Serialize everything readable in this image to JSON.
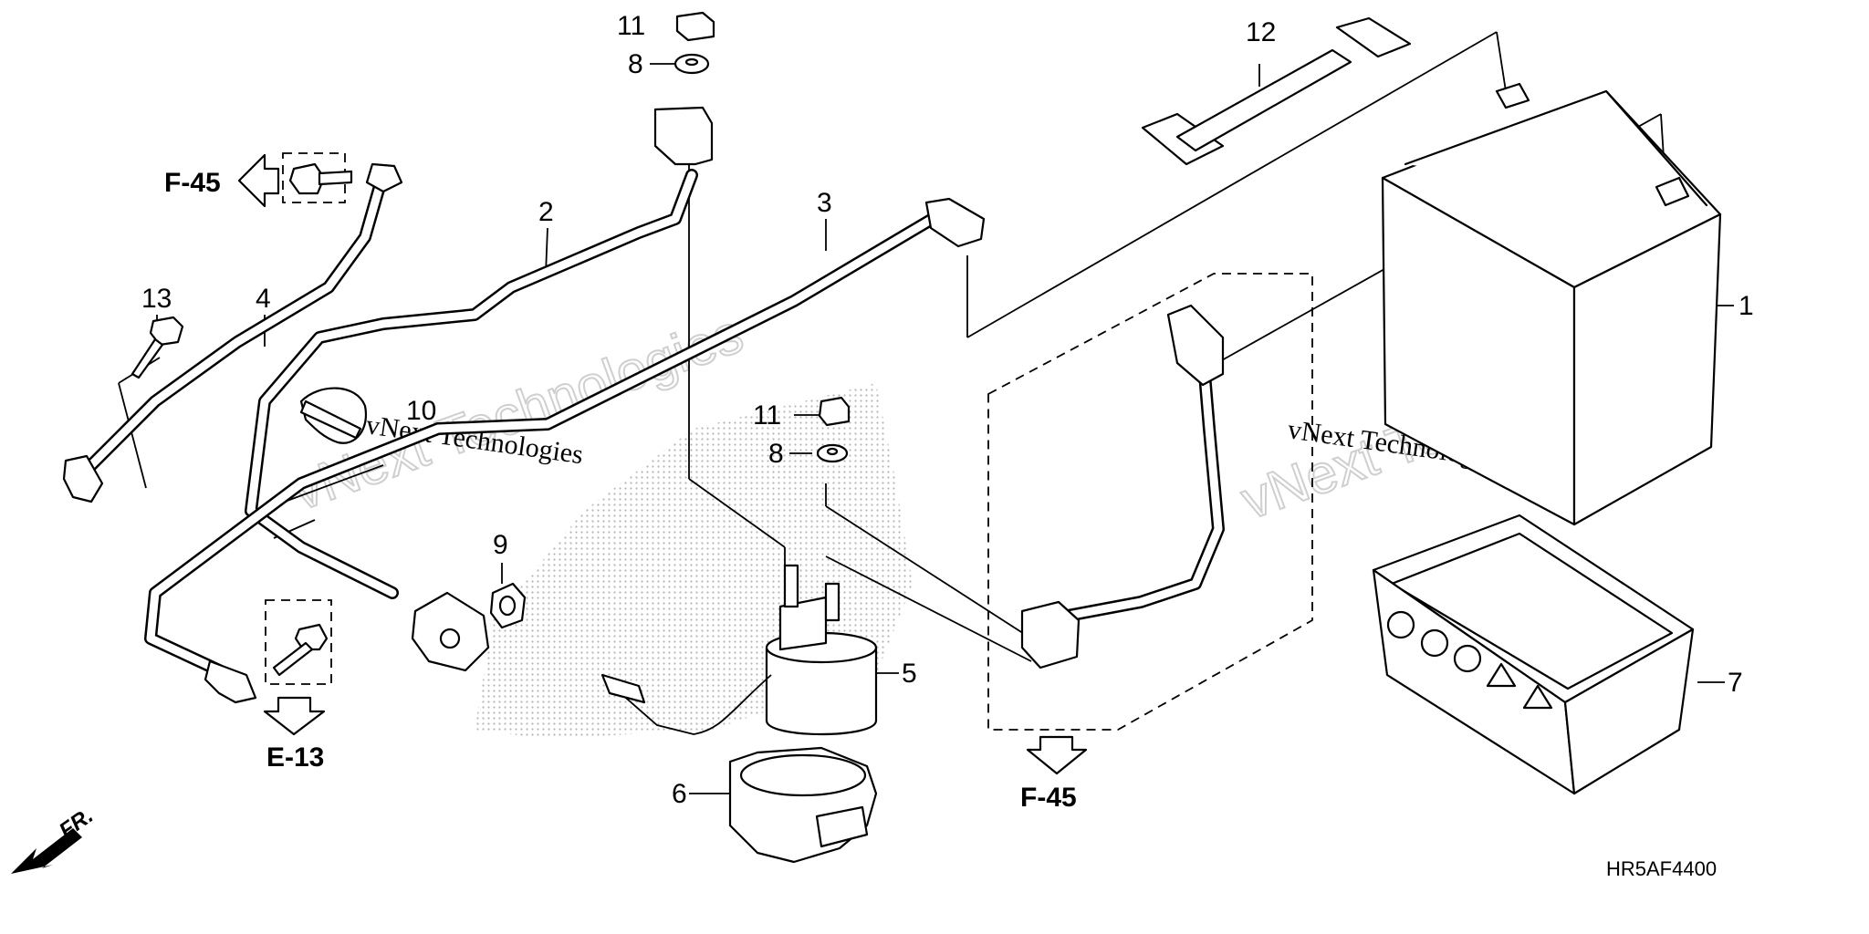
{
  "diagram": {
    "code": "HR5AF4400",
    "front_label": "FR.",
    "callouts": {
      "c1": "1",
      "c2": "2",
      "c3": "3",
      "c4": "4",
      "c5": "5",
      "c6": "6",
      "c7": "7",
      "c8a": "8",
      "c8b": "8",
      "c9": "9",
      "c10": "10",
      "c11a": "11",
      "c11b": "11",
      "c12": "12",
      "c13": "13"
    },
    "refs": {
      "f45_left": "F-45",
      "e13": "E-13",
      "f45_bottom": "F-45"
    },
    "watermarks": {
      "big_left": "vNext Technologies",
      "small_left": "vNext Technologies",
      "big_right": "vNext Technologies",
      "small_right": "vNext Technologies"
    }
  }
}
